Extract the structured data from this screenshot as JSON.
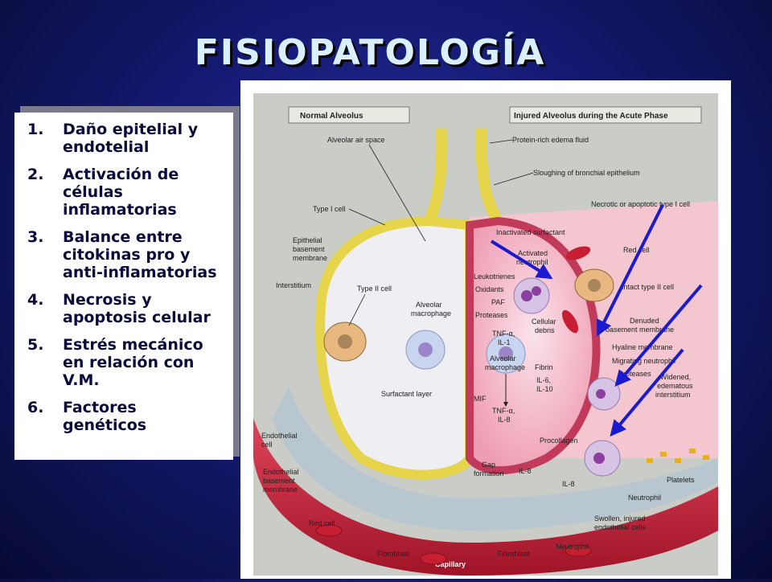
{
  "slide": {
    "title": "FISIOPATOLOGÍA",
    "items": [
      {
        "num": "1.",
        "text": "Daño epitelial y endotelial"
      },
      {
        "num": "2.",
        "text": "Activación de células inflamatorias"
      },
      {
        "num": "3.",
        "text": "Balance entre citokinas pro y anti-inflamatorias"
      },
      {
        "num": "4.",
        "text": "Necrosis y apoptosis celular"
      },
      {
        "num": "5.",
        "text": "Estrés mecánico en relación con V.M."
      },
      {
        "num": "6.",
        "text": "Factores genéticos"
      }
    ]
  },
  "figure": {
    "header_left": "Normal Alveolus",
    "header_right": "Injured Alveolus during the Acute Phase",
    "labels_left": {
      "air_space": "Alveolar air space",
      "type1": "Type I cell",
      "epithelial_bm_1": "Epithelial",
      "epithelial_bm_2": "basement",
      "epithelial_bm_3": "membrane",
      "interstitium": "Interstitium",
      "type2": "Type II cell",
      "macrophage_1": "Alveolar",
      "macrophage_2": "macrophage",
      "surfactant_layer": "Surfactant layer",
      "endothelial_cell_1": "Endothelial",
      "endothelial_cell_2": "cell",
      "endothelial_bm_1": "Endothelial",
      "endothelial_bm_2": "basement",
      "endothelial_bm_3": "membrane",
      "red_cell": "Red cell",
      "fibroblast": "Fibroblast",
      "capillary": "Capillary"
    },
    "labels_center": {
      "inactivated_surfactant": "Inactivated surfactant",
      "activated_neutrophil_1": "Activated",
      "activated_neutrophil_2": "neutrophil",
      "leukotrienes": "Leukotrienes",
      "oxidants": "Oxidants",
      "paf": "PAF",
      "proteases": "Proteases",
      "tnf_il1_1": "TNF-α,",
      "tnf_il1_2": "IL-1",
      "cellular_debris_1": "Cellular",
      "cellular_debris_2": "debris",
      "alv_macrophage_1": "Alveolar",
      "alv_macrophage_2": "macrophage",
      "fibrin": "Fibrin",
      "il6_1": "IL-6,",
      "il6_2": "IL-10",
      "mif": "MIF",
      "tnf_il8_1": "TNF-α,",
      "tnf_il8_2": "IL-8",
      "procollagen": "Procollagen",
      "gap_1": "Gap",
      "gap_2": "formation",
      "il8_a": "IL-8",
      "il8_b": "IL-8",
      "fibroblast": "Fibroblast",
      "neutrophil_bottom": "Neutrophil"
    },
    "labels_right": {
      "edema_fluid": "Protein-rich edema fluid",
      "sloughing": "Sloughing of bronchial epithelium",
      "necrotic": "Necrotic or apoptotic type I cell",
      "red_cell": "Red cell",
      "intact_type2": "Intact type II cell",
      "denuded_1": "Denuded",
      "denuded_2": "basement membrane",
      "hyaline": "Hyaline membrane",
      "migrating": "Migrating neutrophil",
      "proteases": "Proteases",
      "widened_1": "Widened,",
      "widened_2": "edematous",
      "widened_3": "interstitium",
      "platelets": "Platelets",
      "neutrophil": "Neutrophil",
      "swollen_1": "Swollen, injured",
      "swollen_2": "endothelial cells"
    }
  }
}
